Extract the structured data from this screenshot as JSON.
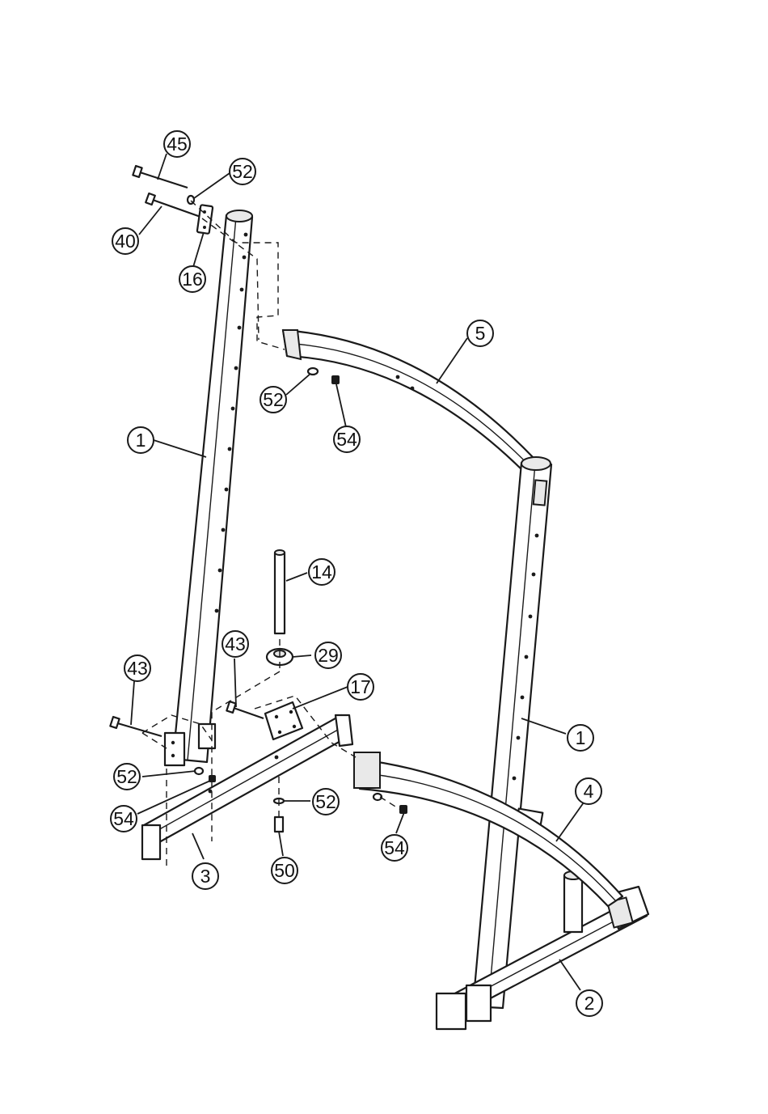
{
  "diagram": {
    "callouts": [
      {
        "id": "c45",
        "label": "45"
      },
      {
        "id": "c52a",
        "label": "52"
      },
      {
        "id": "c40",
        "label": "40"
      },
      {
        "id": "c16",
        "label": "16"
      },
      {
        "id": "c5",
        "label": "5"
      },
      {
        "id": "c52b",
        "label": "52"
      },
      {
        "id": "c54a",
        "label": "54"
      },
      {
        "id": "c1a",
        "label": "1"
      },
      {
        "id": "c14",
        "label": "14"
      },
      {
        "id": "c43a",
        "label": "43"
      },
      {
        "id": "c29",
        "label": "29"
      },
      {
        "id": "c43b",
        "label": "43"
      },
      {
        "id": "c17",
        "label": "17"
      },
      {
        "id": "c1b",
        "label": "1"
      },
      {
        "id": "c52c",
        "label": "52"
      },
      {
        "id": "c4",
        "label": "4"
      },
      {
        "id": "c52d",
        "label": "52"
      },
      {
        "id": "c54b",
        "label": "54"
      },
      {
        "id": "c54c",
        "label": "54"
      },
      {
        "id": "c3",
        "label": "3"
      },
      {
        "id": "c50",
        "label": "50"
      },
      {
        "id": "c2",
        "label": "2"
      }
    ]
  }
}
